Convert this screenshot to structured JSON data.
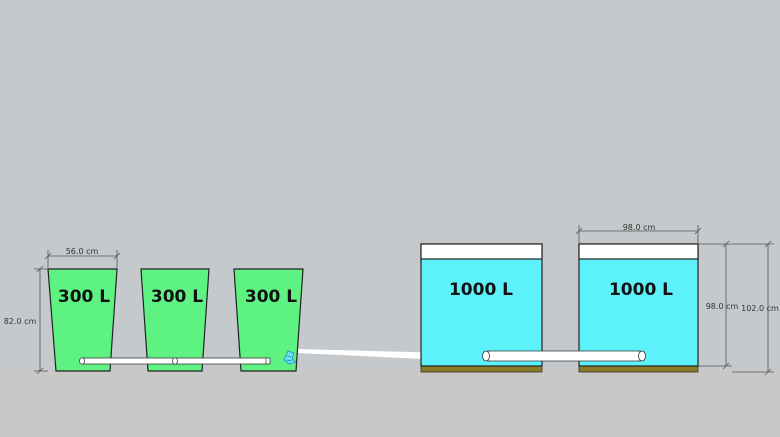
{
  "colors": {
    "background": "#c5c9cb",
    "ground": "#c8c8c6",
    "small_tank_fill": "#5ef283",
    "large_tank_water": "#5df2fb",
    "large_tank_top": "#ffffff",
    "base_plate": "#8b7a2a",
    "pipe": "#ffffff"
  },
  "small_tanks": [
    {
      "label": "300 L"
    },
    {
      "label": "300 L"
    },
    {
      "label": "300 L"
    }
  ],
  "large_tanks": [
    {
      "label": "1000 L"
    },
    {
      "label": "1000 L"
    }
  ],
  "dimensions": {
    "small_width": "56.0 cm",
    "small_height": "82.0 cm",
    "large_width": "98.0 cm",
    "large_water_height": "98.0 cm",
    "large_total_height": "102.0 cm"
  },
  "icons": {
    "pump": "pump-icon"
  }
}
